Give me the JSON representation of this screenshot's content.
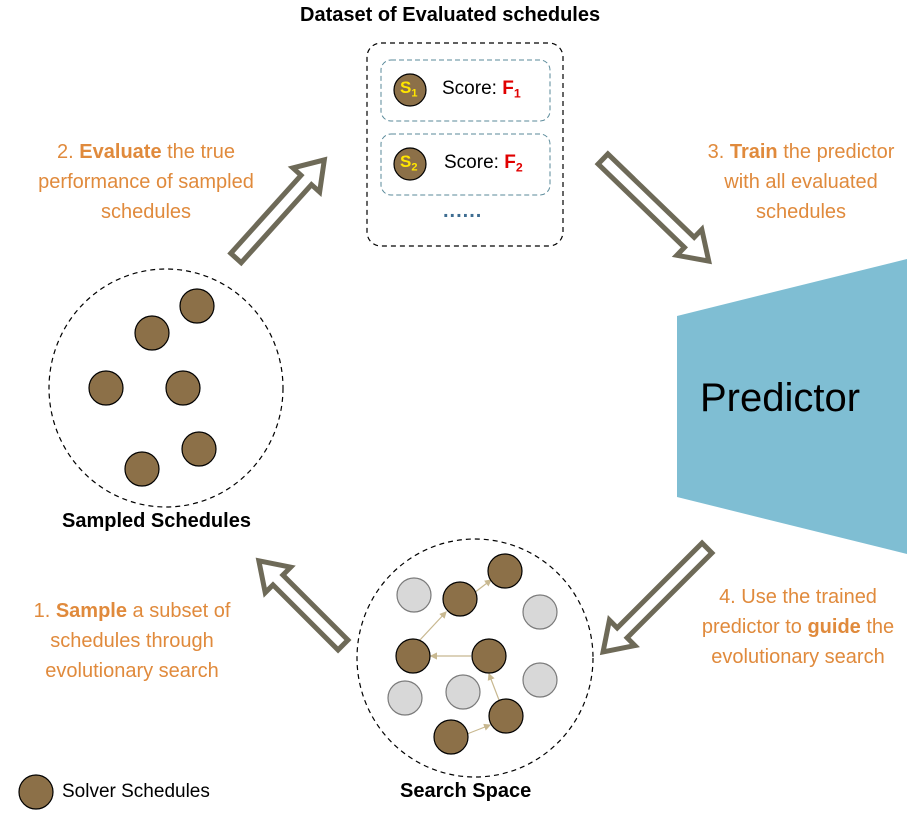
{
  "dataset": {
    "title": "Dataset of Evaluated schedules",
    "items": [
      {
        "s_label": "S",
        "s_sub": "1",
        "score_label": "Score:",
        "f_label": "F",
        "f_sub": "1"
      },
      {
        "s_label": "S",
        "s_sub": "2",
        "score_label": "Score:",
        "f_label": "F",
        "f_sub": "2"
      }
    ],
    "ellipsis": "......"
  },
  "steps": {
    "step1": {
      "lead": "1. ",
      "bold": "Sample",
      "rest1": " a subset of",
      "line2": "schedules through",
      "line3": "evolutionary search"
    },
    "step2": {
      "lead": "2. ",
      "bold": "Evaluate",
      "rest1": " the true",
      "line2": "performance of sampled",
      "line3": "schedules"
    },
    "step3": {
      "lead": "3. ",
      "bold": "Train",
      "rest1": " the predictor",
      "line2": "with all evaluated",
      "line3": "schedules"
    },
    "step4": {
      "line1": "4. Use the trained",
      "line2a": "predictor to ",
      "bold": "guide",
      "line2b": " the",
      "line3": "evolutionary search"
    }
  },
  "labels": {
    "sampled": "Sampled Schedules",
    "search_space": "Search Space",
    "predictor": "Predictor",
    "legend": "Solver Schedules"
  },
  "colors": {
    "accent": "#E08A3C",
    "schedule": "#8C7048",
    "predictor": "#7FBED3",
    "arrow": "#6E6A58",
    "inactive": "#D8D8D8",
    "f_red": "#E00000",
    "s_yellow": "#FFE600"
  }
}
